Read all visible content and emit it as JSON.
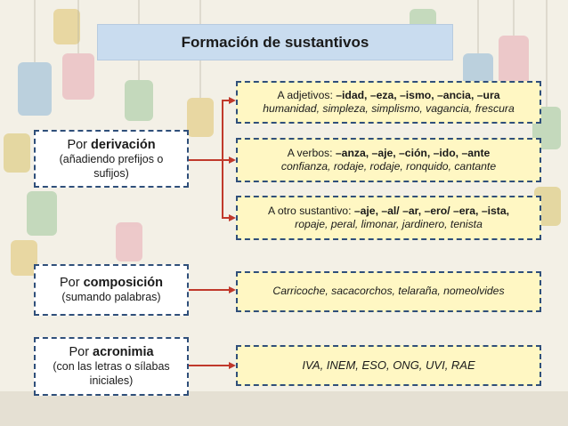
{
  "title": "Formación de sustantivos",
  "colors": {
    "title_bg": "#c9dcef",
    "right_box_bg": "#fff7c3",
    "left_box_bg": "#ffffff",
    "border": "#2f4f7a",
    "arrow": "#c0392b"
  },
  "derivacion": {
    "prefix": "Por ",
    "keyword": "derivación",
    "sub": "(añadiendo prefijos o sufijos)",
    "adjetivos": {
      "label": "A adjetivos: ",
      "suffixes": "–idad, –eza, –ismo, –ancia, –ura",
      "examples": "humanidad, simpleza, simplismo, vagancia, frescura"
    },
    "verbos": {
      "label": "A verbos: ",
      "suffixes": "–anza, –aje, –ción, –ido, –ante",
      "examples": "confianza, rodaje, rodaje, ronquido, cantante"
    },
    "sustantivo": {
      "label": "A otro sustantivo: ",
      "suffixes": "–aje, –al/ –ar, –ero/ –era, –ista,",
      "examples": "ropaje, peral, limonar, jardinero, tenista"
    }
  },
  "composicion": {
    "prefix": "Por ",
    "keyword": "composición",
    "sub": "(sumando palabras)",
    "examples": "Carricoche, sacacorchos, telaraña, nomeolvides"
  },
  "acronimia": {
    "prefix": "Por ",
    "keyword": "acronimia",
    "sub": "(con las letras o sílabas iniciales)",
    "examples": "IVA, INEM, ESO, ONG, UVI, RAE"
  }
}
